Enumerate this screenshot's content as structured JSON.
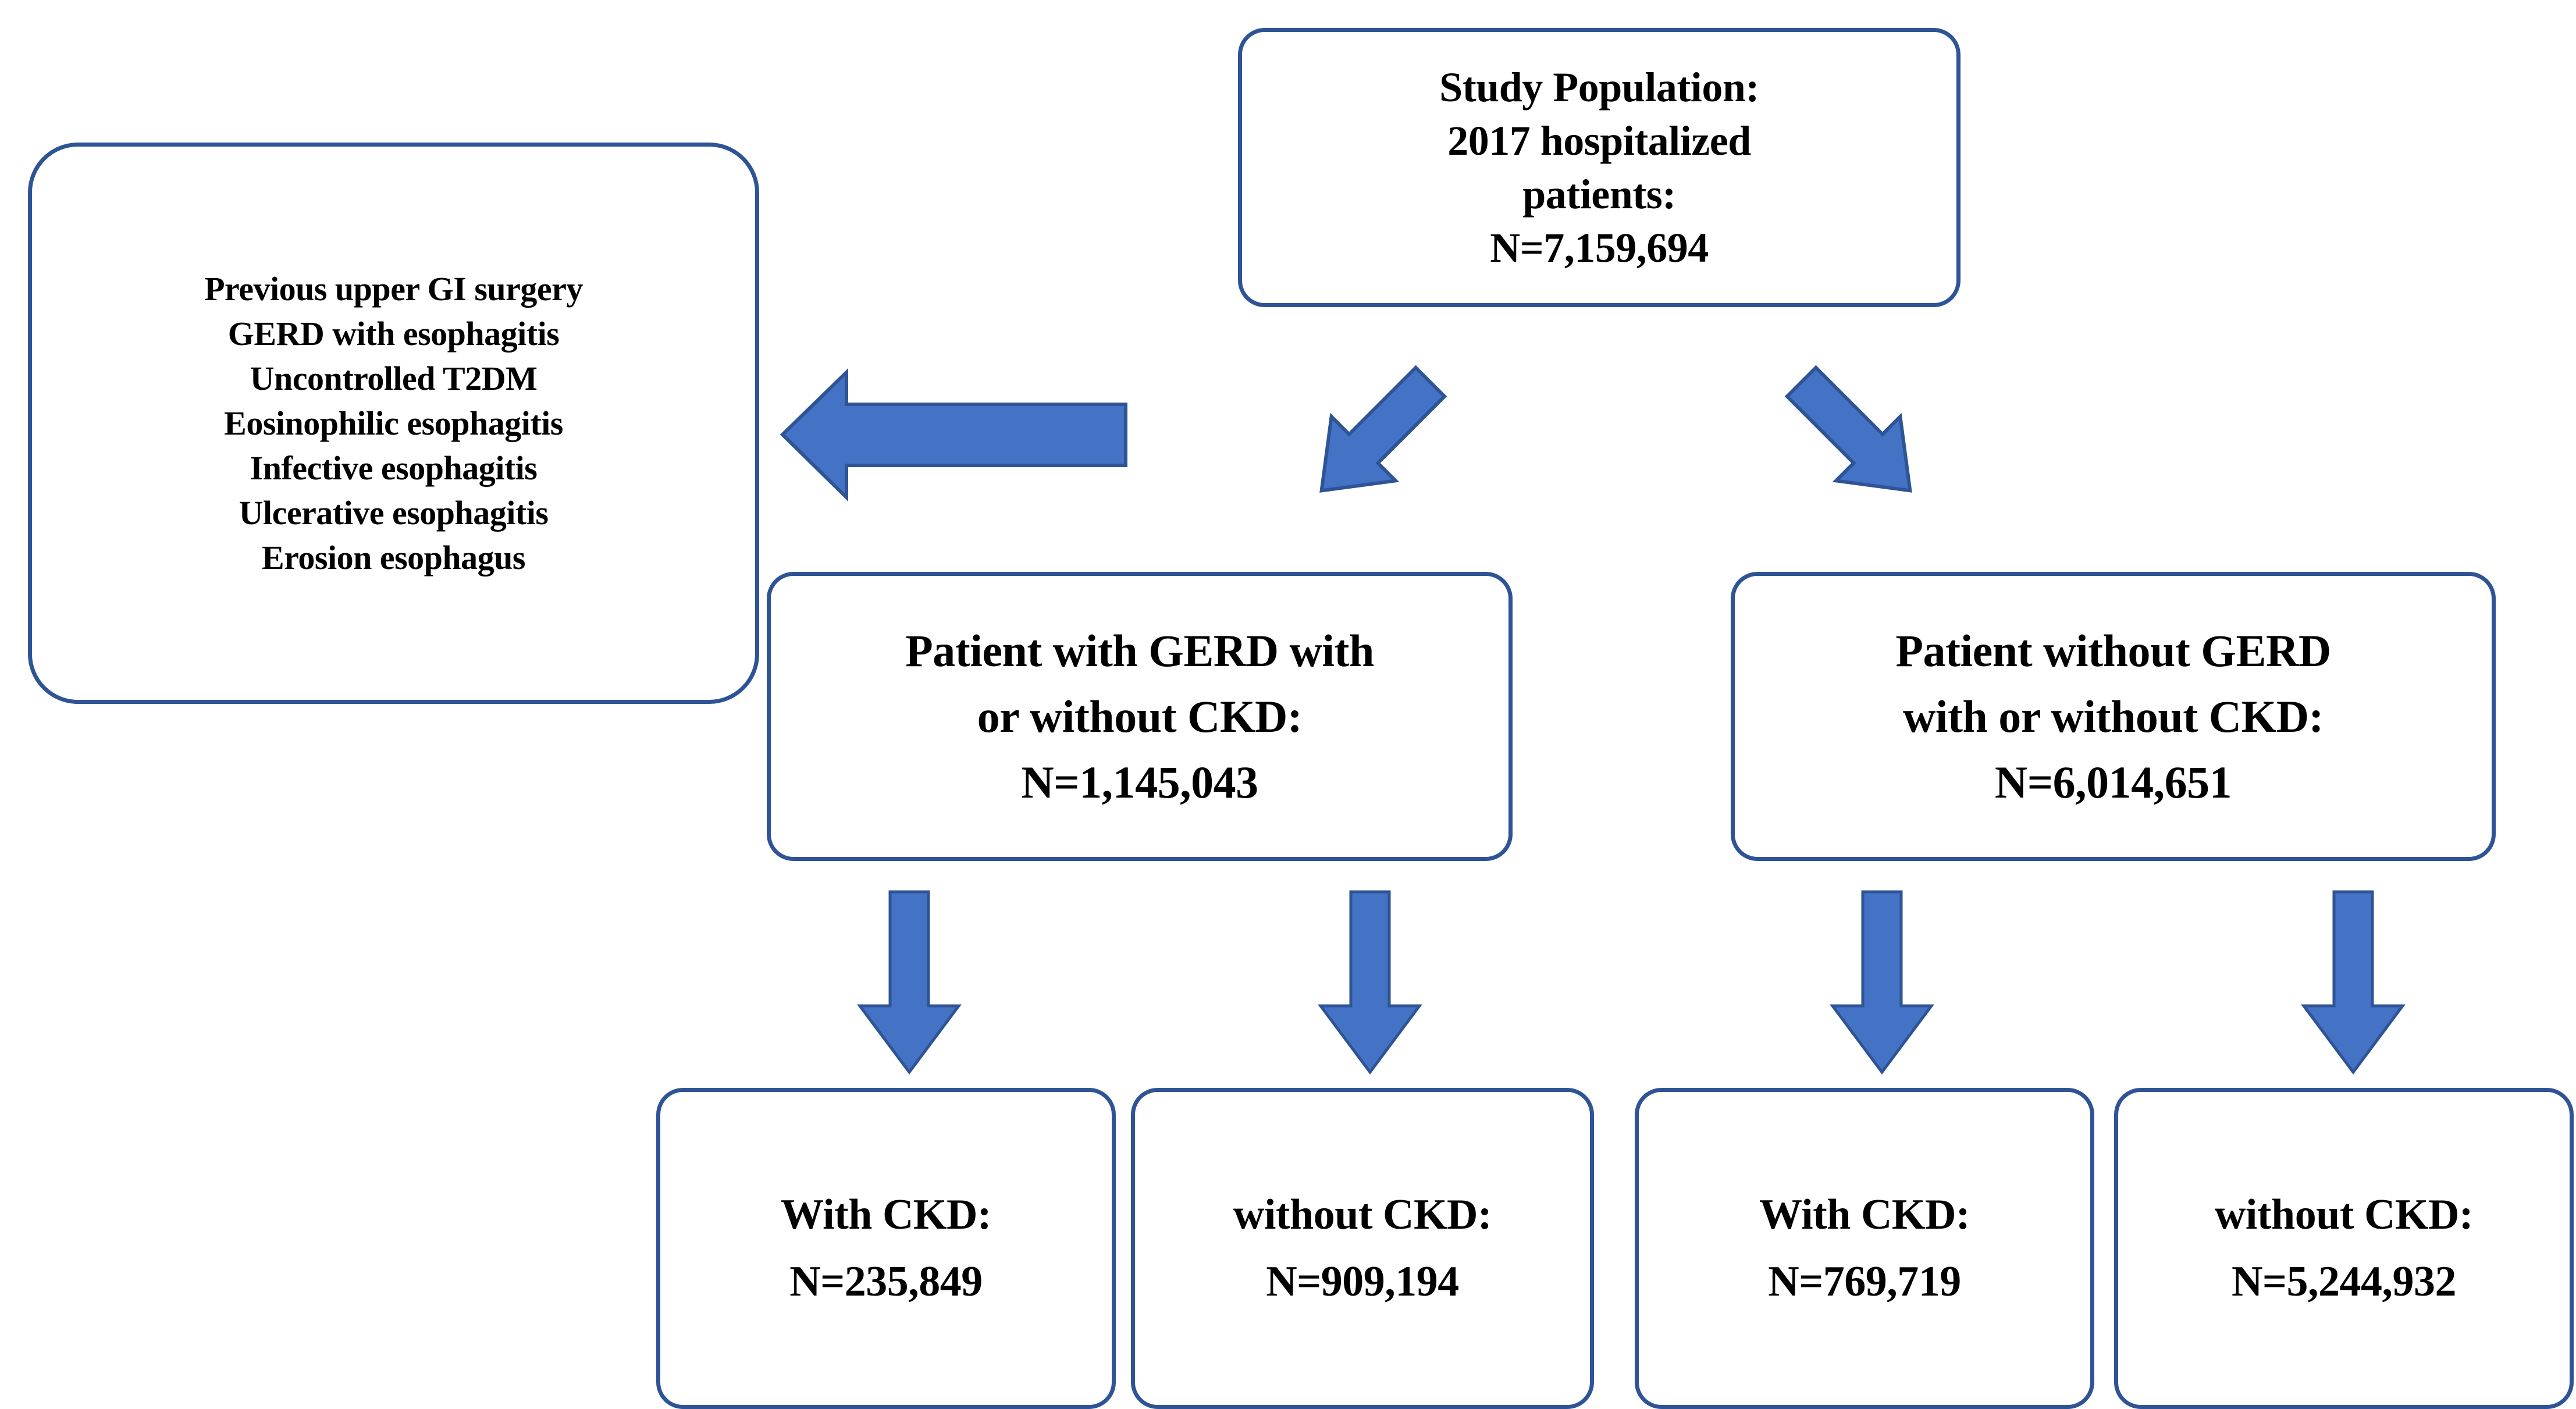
{
  "diagram": {
    "title": "Study population flow diagram",
    "colors": {
      "box_border": "#2E5496",
      "arrow_fill": "#4472C4",
      "arrow_stroke": "#2E5496",
      "box_background": "#FFFFFF",
      "text": "#000000"
    },
    "boxes": {
      "study_population": {
        "lines": [
          "Study Population:",
          "2017 hospitalized",
          "patients:",
          "N=7,159,694"
        ]
      },
      "exclusion_criteria": {
        "lines": [
          "Previous upper GI surgery",
          "GERD with esophagitis",
          "Uncontrolled T2DM",
          "Eosinophilic esophagitis",
          "Infective esophagitis",
          "Ulcerative esophagitis",
          "Erosion esophagus"
        ]
      },
      "with_gerd": {
        "lines": [
          "Patient with GERD with",
          "or without CKD:",
          "N=1,145,043"
        ]
      },
      "without_gerd": {
        "lines": [
          "Patient without GERD",
          "with or without CKD:",
          "N=6,014,651"
        ]
      },
      "gerd_with_ckd": {
        "lines": [
          "With CKD:",
          "N=235,849"
        ]
      },
      "gerd_without_ckd": {
        "lines": [
          "without CKD:",
          "N=909,194"
        ]
      },
      "nogerd_with_ckd": {
        "lines": [
          "With CKD:",
          "N=769,719"
        ]
      },
      "nogerd_without_ckd": {
        "lines": [
          "without CKD:",
          "N=5,244,932"
        ]
      }
    },
    "arrows": [
      {
        "name": "arrow-exclusion-left",
        "direction": "left"
      },
      {
        "name": "arrow-to-with-gerd",
        "direction": "down-left"
      },
      {
        "name": "arrow-to-without-gerd",
        "direction": "down-right"
      },
      {
        "name": "arrow-gerd-with-ckd",
        "direction": "down"
      },
      {
        "name": "arrow-gerd-without-ckd",
        "direction": "down"
      },
      {
        "name": "arrow-nogerd-with-ckd",
        "direction": "down"
      },
      {
        "name": "arrow-nogerd-without-ckd",
        "direction": "down"
      }
    ]
  }
}
